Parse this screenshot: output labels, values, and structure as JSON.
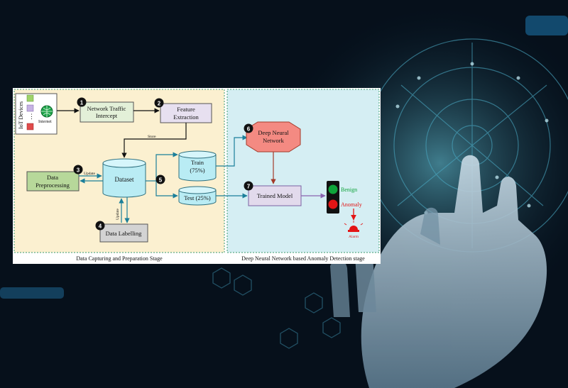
{
  "diagram": {
    "iot_label": "IoT Devices",
    "internet_label": "Internet",
    "network_traffic_intercept": [
      "Network Traffic",
      "Intercept"
    ],
    "feature_extraction": [
      "Feature",
      "Extraction"
    ],
    "store_label": "Store",
    "dataset": "Dataset",
    "data_preprocessing": [
      "Data",
      "Preprocessing"
    ],
    "update_label": "Update",
    "data_labelling": "Data Labelling",
    "train": [
      "Train",
      "(75%)"
    ],
    "test": "Test (25%)",
    "dnn": [
      "Deep Neural",
      "Network"
    ],
    "trained_model": "Trained Model",
    "benign": "Benign",
    "anomaly": "Anomaly",
    "alarm": "Alarm",
    "stage_left": "Data Capturing and Preparation Stage",
    "stage_right": "Deep Neural Network based Anomaly Detection stage",
    "steps": [
      "1",
      "2",
      "3",
      "4",
      "5",
      "6",
      "7"
    ]
  },
  "colors": {
    "left_stage_bg": "#fbf0d0",
    "right_stage_bg": "#d5eef3",
    "stage_border": "#3a9a6e",
    "cylinder": "#b9ecf4",
    "feature_box": "#e7e0f0",
    "traffic_box": "#e3f0d8",
    "preprocessing_box": "#b7d89a",
    "labelling_box": "#d3d3d3",
    "dnn_octagon": "#f48a82",
    "trained_model_box": "#e2daec",
    "benign": "#0fa43a",
    "anomaly": "#e31515",
    "alarm": "#e31515",
    "flow_arrow": "#1b7f9a",
    "dnn_arrow": "#a33a2a",
    "model_arrow": "#8a63b0"
  }
}
